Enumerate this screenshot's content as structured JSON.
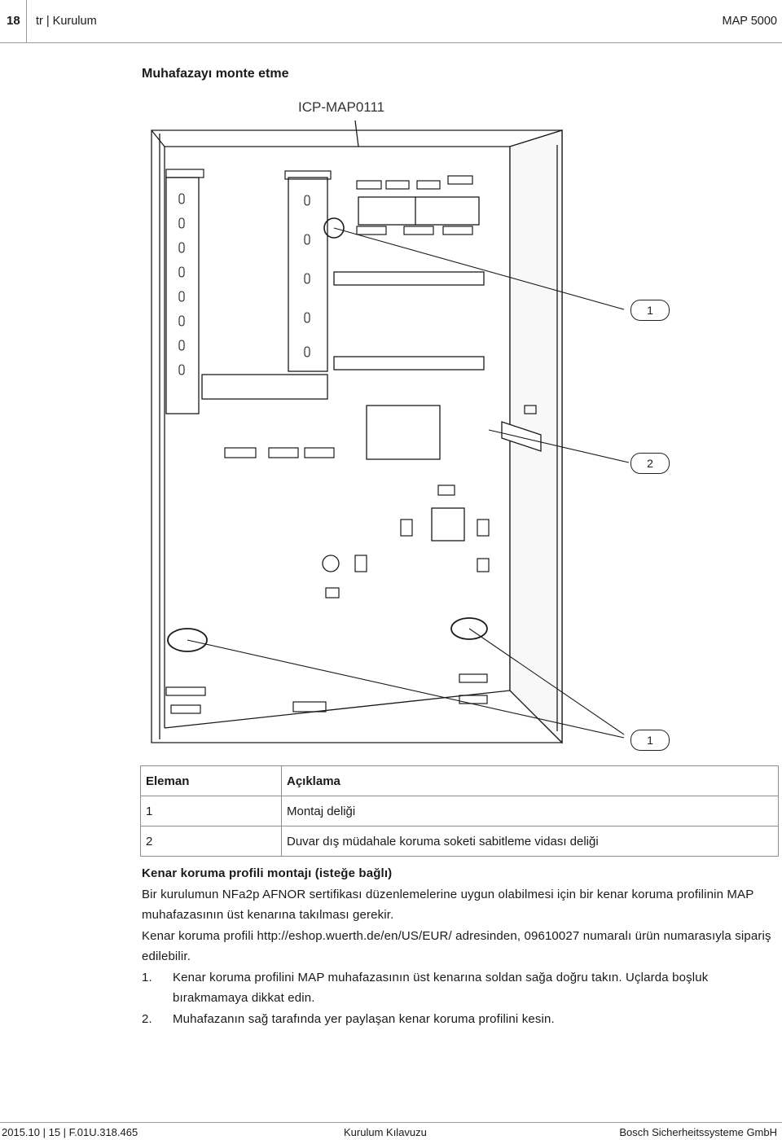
{
  "header": {
    "page_number": "18",
    "chapter": "tr | Kurulum",
    "product": "MAP 5000"
  },
  "section_title": "Muhafazayı monte etme",
  "figure": {
    "model_label": "ICP-MAP0111",
    "callouts": [
      "1",
      "2",
      "1"
    ]
  },
  "legend_table": {
    "headers": [
      "Eleman",
      "Açıklama"
    ],
    "rows": [
      [
        "1",
        "Montaj deliği"
      ],
      [
        "2",
        "Duvar dış müdahale koruma soketi sabitleme vidası deliği"
      ]
    ]
  },
  "edge_profile": {
    "subheading": "Kenar koruma profili montajı (isteğe bağlı)",
    "paragraph1": "Bir kurulumun NFa2p AFNOR sertifikası düzenlemelerine uygun olabilmesi için bir kenar koruma profilinin MAP muhafazasının üst kenarına takılması gerekir.",
    "paragraph2": "Kenar koruma profili http://eshop.wuerth.de/en/US/EUR/ adresinden, 09610027 numaralı ürün numarasıyla sipariş edilebilir.",
    "steps": [
      {
        "num": "1.",
        "text": "Kenar koruma profilini MAP muhafazasının üst kenarına soldan sağa doğru takın. Uçlarda boşluk bırakmamaya dikkat edin."
      },
      {
        "num": "2.",
        "text": "Muhafazanın sağ tarafında yer paylaşan kenar koruma profilini kesin."
      }
    ]
  },
  "footer": {
    "left": "2015.10 | 15 | F.01U.318.465",
    "center": "Kurulum Kılavuzu",
    "right": "Bosch Sicherheitssysteme GmbH"
  }
}
